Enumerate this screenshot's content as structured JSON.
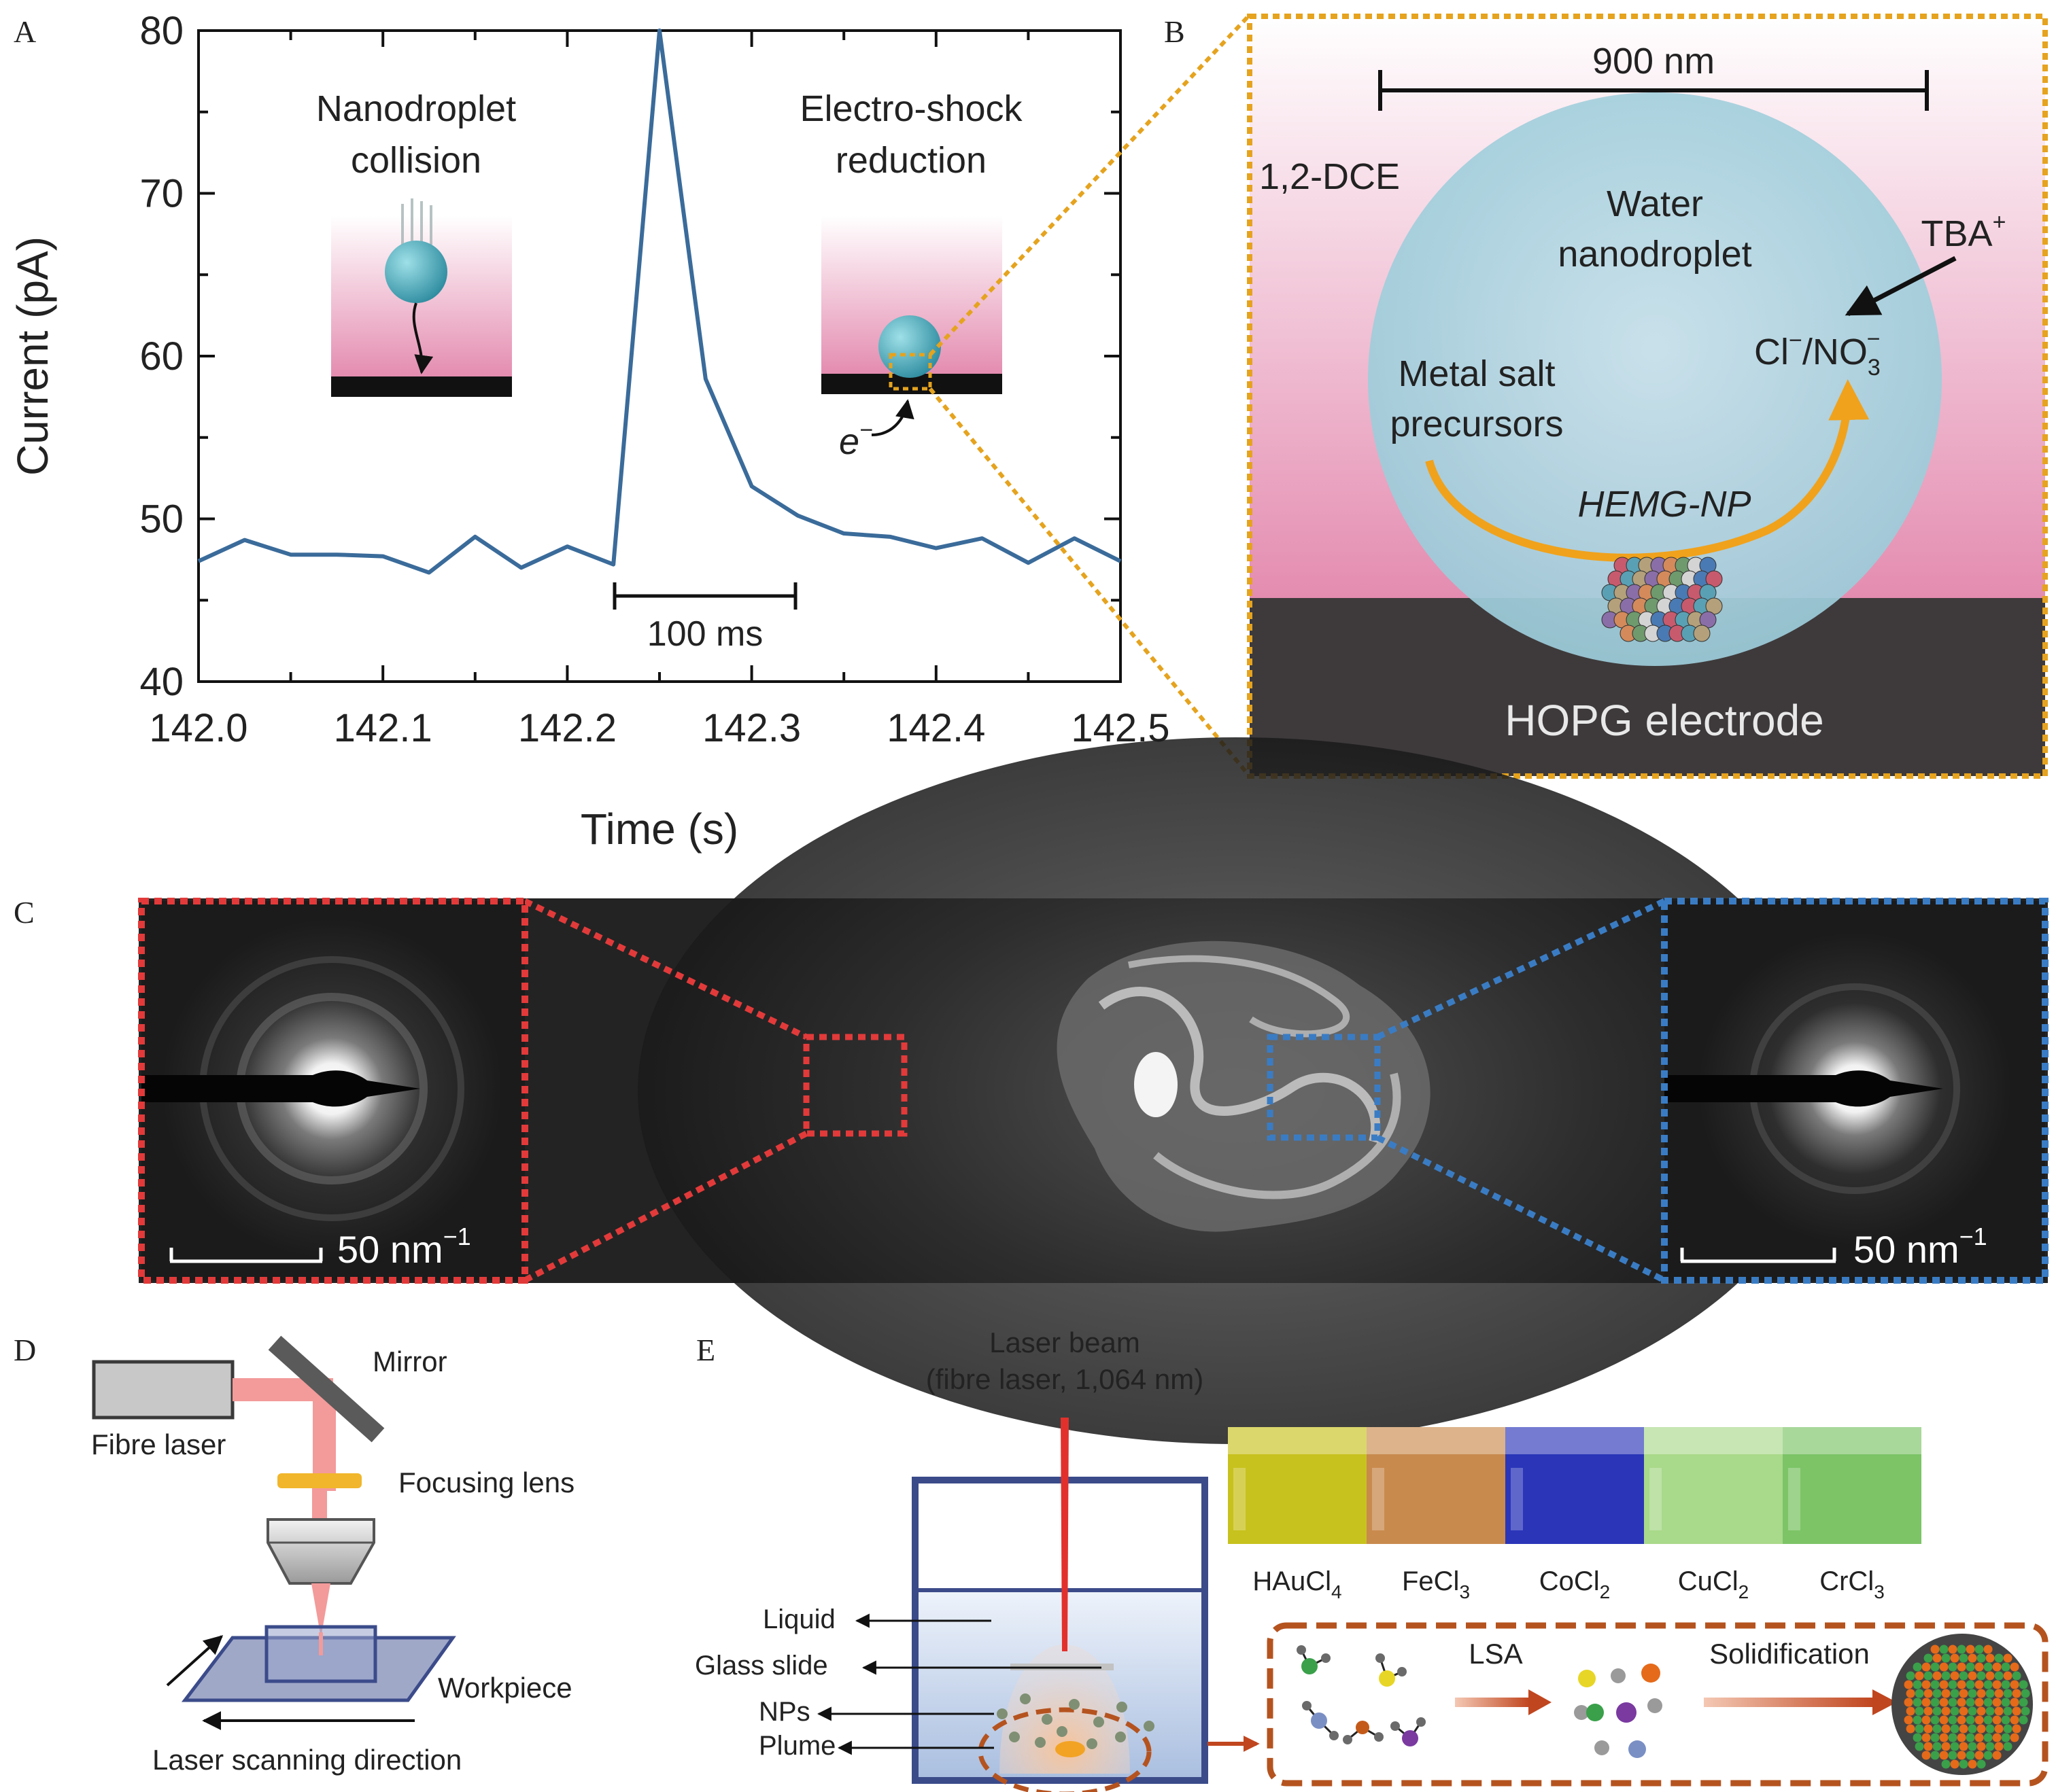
{
  "panels": {
    "A": {
      "letter": "A",
      "inset_left": {
        "line1": "Nanodroplet",
        "line2": "collision"
      },
      "inset_right": {
        "line1": "Electro-shock",
        "line2": "reduction"
      },
      "electron_label": "e",
      "electron_sup": "−",
      "scalebar_label": "100 ms",
      "chart_data": {
        "type": "line",
        "xlabel": "Time (s)",
        "ylabel": "Current (pA)",
        "xlim": [
          142.0,
          142.5
        ],
        "ylim": [
          40,
          80
        ],
        "xticks": [
          "142.0",
          "142.1",
          "142.2",
          "142.3",
          "142.4",
          "142.5"
        ],
        "yticks": [
          "40",
          "50",
          "60",
          "70",
          "80"
        ],
        "x": [
          142.0,
          142.025,
          142.05,
          142.075,
          142.1,
          142.125,
          142.15,
          142.175,
          142.2,
          142.225,
          142.25,
          142.275,
          142.3,
          142.325,
          142.35,
          142.375,
          142.4,
          142.425,
          142.45,
          142.475,
          142.5
        ],
        "series": [
          {
            "values": [
              47.4,
              48.7,
              47.8,
              47.8,
              47.7,
              46.7,
              48.9,
              47.0,
              48.3,
              47.2,
              80.0,
              58.6,
              52.0,
              50.2,
              49.1,
              48.9,
              48.2,
              48.8,
              47.3,
              48.8,
              47.4
            ]
          }
        ],
        "grid": false,
        "color": "#3a6b9a"
      }
    },
    "B": {
      "letter": "B",
      "scalebar_label": "900 nm",
      "solvent_label": "1,2-DCE",
      "droplet_line1": "Water",
      "droplet_line2": "nanodroplet",
      "cation": "TBA",
      "cation_sup": "+",
      "anion_cl": "Cl",
      "anion_cl_sup": "−",
      "anion_no": "/NO",
      "anion_no_sub": "3",
      "anion_no_sup": "−",
      "precursor_line1": "Metal salt",
      "precursor_line2": "precursors",
      "np_label": "HEMG-NP",
      "electrode_label": "HOPG electrode",
      "colors": {
        "solvent": "#e694b4",
        "droplet": "#aed4df",
        "electrode": "#3e3a3b",
        "border": "#e5a31e",
        "arrow": "#f0a21c"
      }
    },
    "C": {
      "letter": "C",
      "scalebar_left": "50 nm",
      "scalebar_left_sup": "−1",
      "scalebar_right": "50 nm",
      "scalebar_right_sup": "−1",
      "colors": {
        "left_box": "#e23a3a",
        "right_box": "#3a7cc4"
      }
    },
    "D": {
      "letter": "D",
      "labels": {
        "fibre_laser": "Fibre laser",
        "mirror": "Mirror",
        "focusing_lens": "Focusing lens",
        "workpiece": "Workpiece",
        "scan_direction": "Laser scanning direction"
      }
    },
    "E": {
      "letter": "E",
      "beam_line1": "Laser beam",
      "beam_line2": "(fibre laser, 1,064 nm)",
      "labels": {
        "liquid": "Liquid",
        "glass_slide": "Glass slide",
        "nps": "NPs",
        "plume": "Plume"
      },
      "solutions": [
        {
          "name": "HAuCl",
          "sub": "4",
          "color": "#c8c21e"
        },
        {
          "name": "FeCl",
          "sub": "3",
          "color": "#c98a4e"
        },
        {
          "name": "CoCl",
          "sub": "2",
          "color": "#2a35b8"
        },
        {
          "name": "CuCl",
          "sub": "2",
          "color": "#a9d98a"
        },
        {
          "name": "CrCl",
          "sub": "3",
          "color": "#7cc466"
        }
      ],
      "process": {
        "lsa": "LSA",
        "solidification": "Solidification"
      },
      "colors": {
        "dashed": "#b5531f"
      }
    }
  }
}
